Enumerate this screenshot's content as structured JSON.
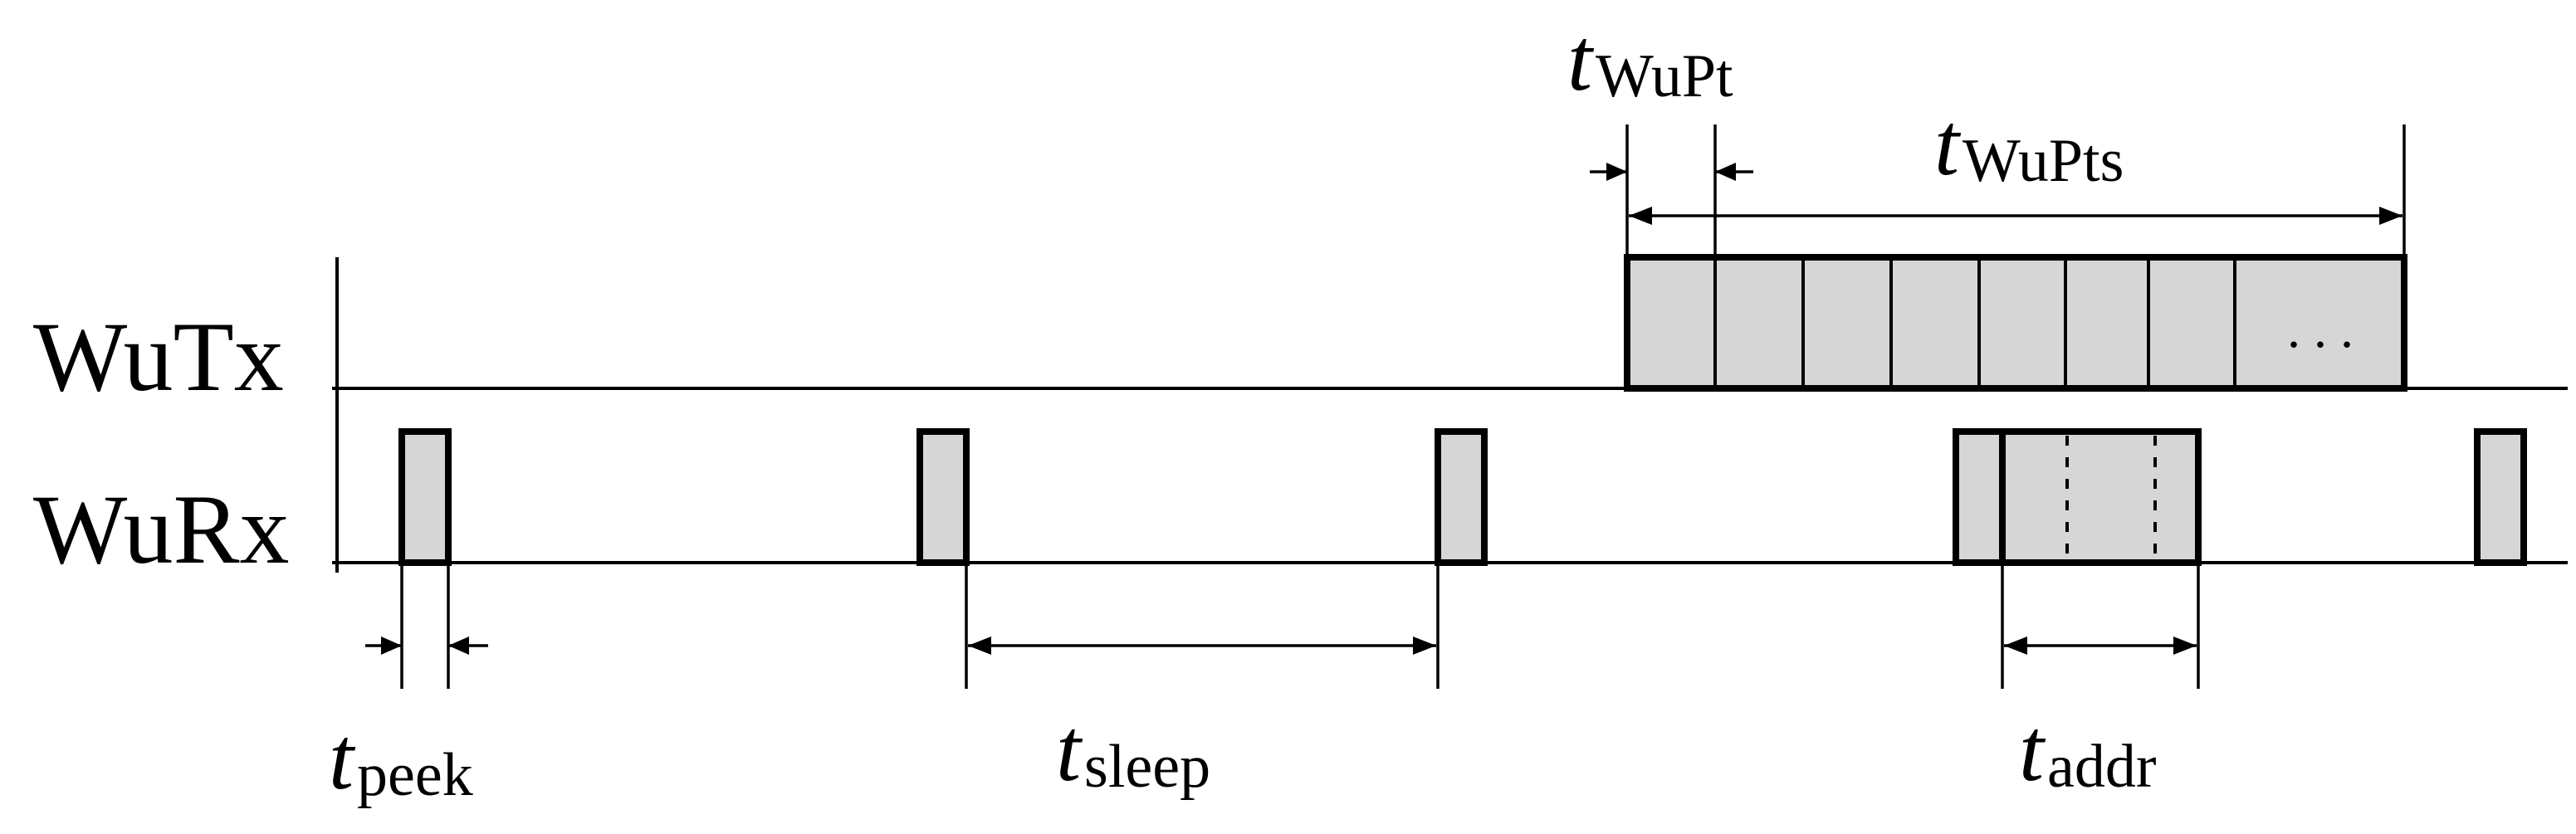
{
  "signals": {
    "wutx": "WuTx",
    "wurx": "WuRx"
  },
  "durations": {
    "t_wupt": {
      "symbol": "t",
      "subscript": "WuPt"
    },
    "t_wupts": {
      "symbol": "t",
      "subscript": "WuPts"
    },
    "t_peek": {
      "symbol": "t",
      "subscript": "peek"
    },
    "t_sleep": {
      "symbol": "t",
      "subscript": "sleep"
    },
    "t_addr": {
      "symbol": "t",
      "subscript": "addr"
    }
  },
  "ellipsis": ". . .",
  "colors": {
    "box_fill": "#d6d6d6",
    "stroke": "#000000",
    "background": "#ffffff"
  }
}
